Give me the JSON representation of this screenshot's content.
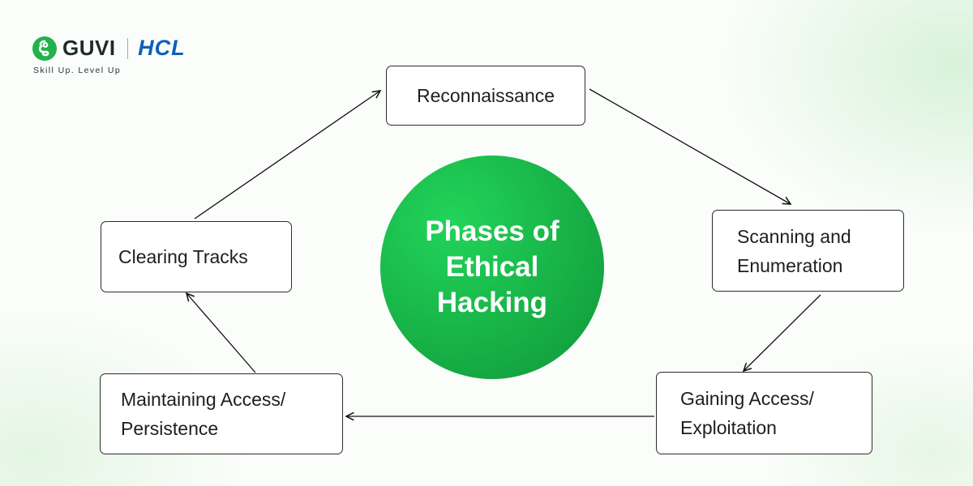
{
  "brand": {
    "name": "GUVI",
    "partner": "HCL",
    "tagline": "Skill Up. Level Up"
  },
  "diagram": {
    "center_title": [
      "Phases of",
      "Ethical",
      "Hacking"
    ],
    "phases": [
      {
        "id": "reconnaissance",
        "lines": [
          "Reconnaissance"
        ]
      },
      {
        "id": "scanning",
        "lines": [
          "Scanning and",
          "Enumeration"
        ]
      },
      {
        "id": "gaining-access",
        "lines": [
          "Gaining Access/",
          "Exploitation"
        ]
      },
      {
        "id": "maintaining-access",
        "lines": [
          "Maintaining Access/",
          "Persistence"
        ]
      },
      {
        "id": "clearing-tracks",
        "lines": [
          "Clearing Tracks"
        ]
      }
    ],
    "flow": [
      "reconnaissance → scanning",
      "scanning → gaining-access",
      "gaining-access → maintaining-access",
      "maintaining-access → clearing-tracks",
      "clearing-tracks → reconnaissance"
    ],
    "colors": {
      "accent": "#1fbf4e",
      "brand_guvi": "#22b24c",
      "brand_hcl": "#0f5fb8"
    }
  }
}
